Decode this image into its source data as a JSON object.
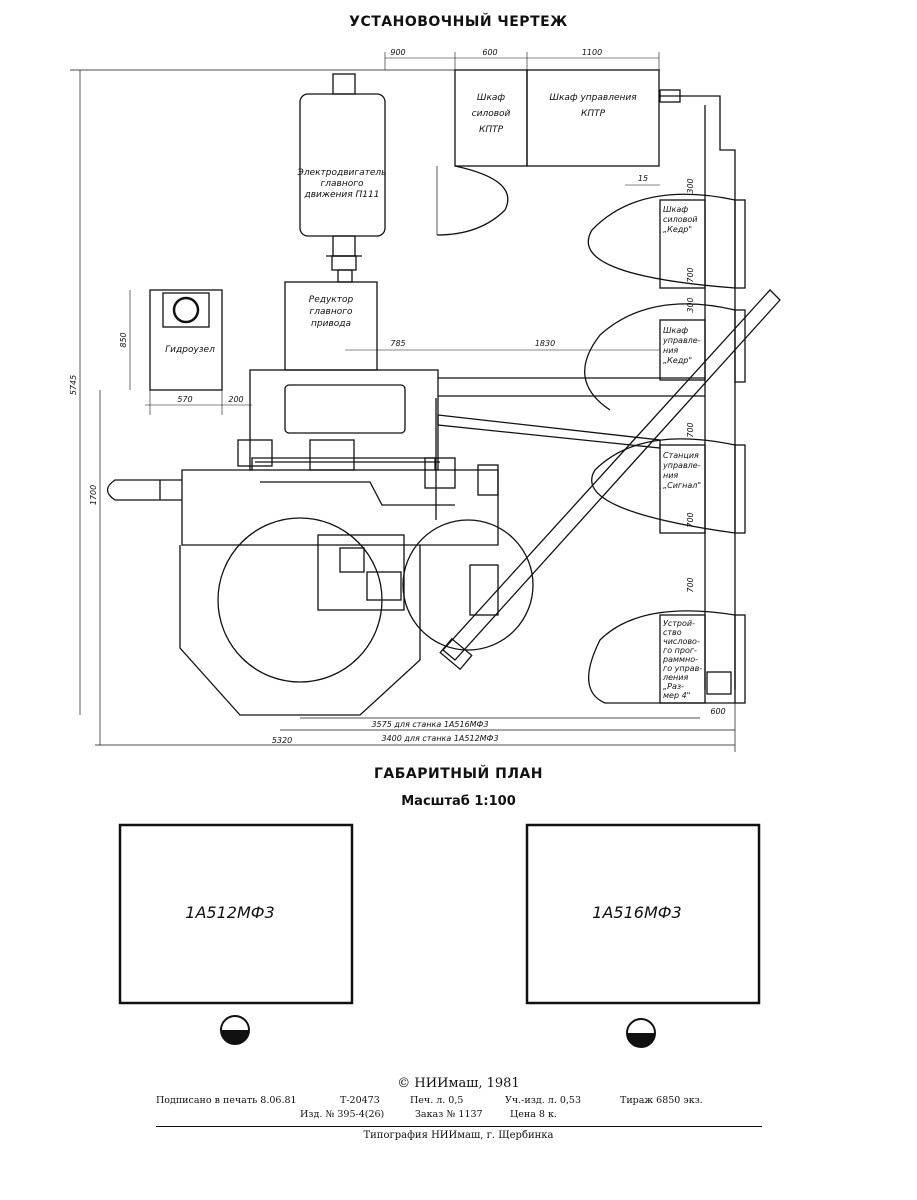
{
  "header": {
    "title": "УСТАНОВОЧНЫЙ ЧЕРТЕЖ",
    "plan_title": "ГАБАРИТНЫЙ ПЛАН",
    "scale": "Масштаб 1:100"
  },
  "drawing": {
    "labels": {
      "motor_l1": "Электродвигатель",
      "motor_l2": "главного",
      "motor_l3": "движения П111",
      "reducer_l1": "Редуктор",
      "reducer_l2": "главного",
      "reducer_l3": "привода",
      "hydro": "Гидроузел",
      "cab_power_kptr_l1": "Шкаф",
      "cab_power_kptr_l2": "силовой",
      "cab_power_kptr_l3": "КПТР",
      "cab_ctrl_kptr_l1": "Шкаф управления",
      "cab_ctrl_kptr_l2": "КПТР",
      "kedr_power_l1": "Шкаф",
      "kedr_power_l2": "силовой",
      "kedr_power_l3": "„Кедр\"",
      "kedr_ctrl_l1": "Шкаф",
      "kedr_ctrl_l2": "управле-",
      "kedr_ctrl_l3": "ния",
      "kedr_ctrl_l4": "„Кедр\"",
      "signal_l1": "Станция",
      "signal_l2": "управле-",
      "signal_l3": "ния",
      "signal_l4": "„Сигнал\"",
      "nc_l1": "Устрой-",
      "nc_l2": "ство",
      "nc_l3": "числово-",
      "nc_l4": "го прог-",
      "nc_l5": "раммно-",
      "nc_l6": "го управ-",
      "nc_l7": "ления",
      "nc_l8": "„Раз-",
      "nc_l9": "мер 4\""
    },
    "dims": {
      "d900": "900",
      "d600_top": "600",
      "d1100": "1100",
      "d15": "15",
      "d300a": "300",
      "d700a": "700",
      "d300b": "300",
      "d700b": "700",
      "d700c": "700",
      "d700d": "700",
      "d785": "785",
      "d1830": "1830",
      "d850": "850",
      "d570": "570",
      "d200": "200",
      "d5745": "5745",
      "d1700": "1700",
      "d3575": "3575 для станка 1А516МФ3",
      "d3400": "3400 для станка 1А512МФ3",
      "d5320": "5320",
      "d600_bottom": "600"
    }
  },
  "plans": {
    "left_model": "1А512МФ3",
    "right_model": "1А516МФ3"
  },
  "imprint": {
    "copyright": "© НИИмаш, 1981",
    "signed": "Подписано в печать 8.06.81",
    "t_number": "Т-20473",
    "print_sheets": "Печ. л. 0,5",
    "pub_sheets": "Уч.-изд. л. 0,53",
    "circulation": "Тираж 6850 экз.",
    "edition": "Изд. № 395-4(26)",
    "order": "Заказ № 1137",
    "price": "Цена 8 к.",
    "printer": "Типография НИИмаш, г. Щербинка"
  }
}
